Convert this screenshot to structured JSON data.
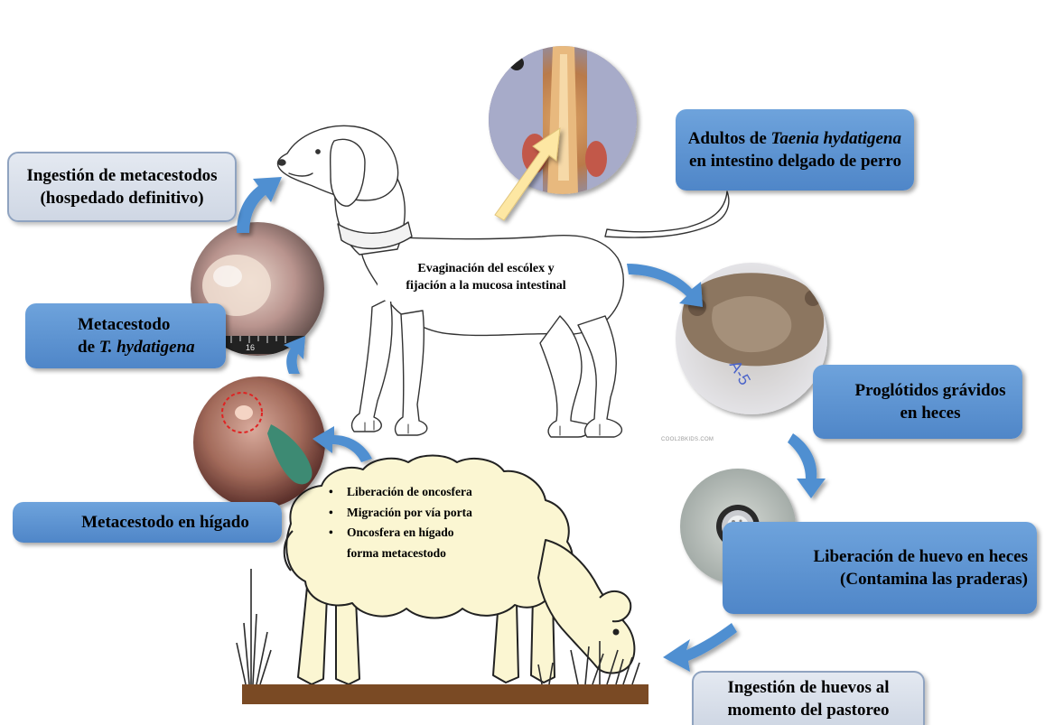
{
  "colors": {
    "box_blue": "#5b93d3",
    "box_grey": "#d9dfe9",
    "arrow_blue": "#4f8fd1",
    "arrow_yellow": "#fde7a3",
    "sheep_body": "#fbf6d2",
    "ground": "#7a4a24"
  },
  "boxes": {
    "adults": {
      "line1_prefix": "Adultos de ",
      "line1_species": "Taenia hydatigena",
      "line2": "en intestino delgado de perro"
    },
    "ingestion_metacestodes": {
      "line1": "Ingestión de metacestodos",
      "line2": "(hospedado definitivo)"
    },
    "metacestode": {
      "line1": "Metacestodo",
      "line2_prefix": "de ",
      "line2_species": "T. hydatigena"
    },
    "metacestode_liver": {
      "line1": "Metacestodo en hígado"
    },
    "proglottids": {
      "line1": "Proglótidos grávidos",
      "line2": "en heces"
    },
    "egg_release": {
      "line1": "Liberación de huevo en heces",
      "line2": "(Contamina las praderas)"
    },
    "egg_ingestion": {
      "line1": "Ingestión de huevos al",
      "line2": "momento del pastoreo"
    }
  },
  "dog_label": {
    "line1": "Evaginación del escólex y",
    "line2": "fijación a la mucosa intestinal"
  },
  "sheep_list": [
    {
      "text": "Liberación de oncosfera"
    },
    {
      "text": "Migración por  vía porta"
    },
    {
      "text": "Oncosfera en hígado",
      "cont": "forma metacestodo"
    }
  ],
  "photos": {
    "intestine": {
      "icon": "intestine-photo"
    },
    "cyst": {
      "icon": "cyst-photo",
      "ruler_label": "16"
    },
    "liver": {
      "icon": "liver-photo"
    },
    "feces": {
      "icon": "feces-photo",
      "marking": "A-5"
    },
    "egg": {
      "icon": "egg-microscopy-photo"
    }
  },
  "credit": "COOL2BKIDS.COM"
}
